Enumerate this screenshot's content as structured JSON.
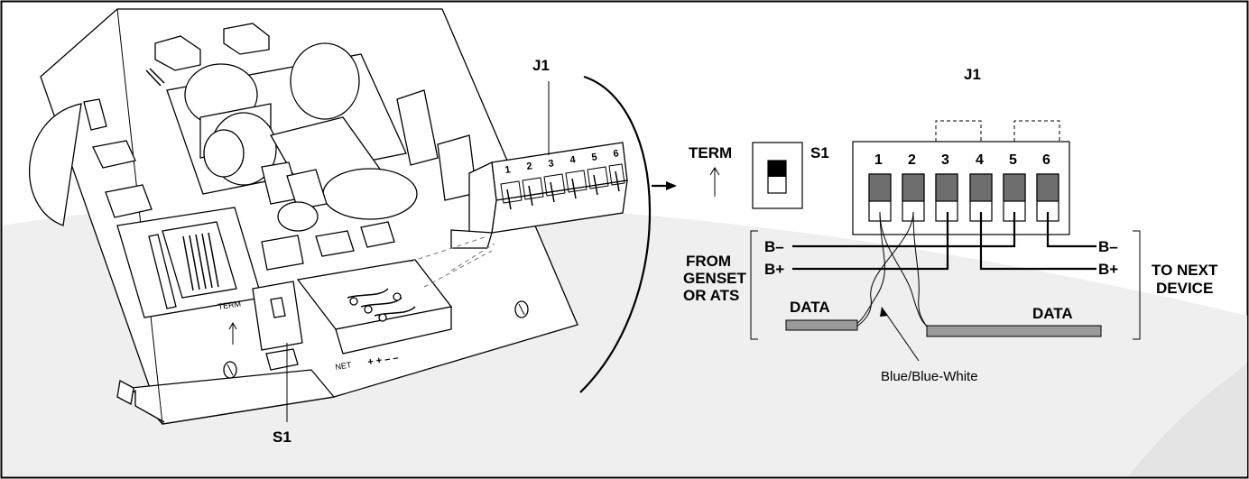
{
  "board": {
    "connector_label": "J1",
    "switch_label": "S1",
    "term_label": "TERM",
    "net_label": "NET",
    "pin_numbers": [
      "1",
      "2",
      "3",
      "4",
      "5",
      "6"
    ],
    "net_polarity_marks": [
      "+",
      "+",
      "–",
      "–"
    ]
  },
  "schematic": {
    "connector_label": "J1",
    "switch_label": "S1",
    "term_label": "TERM",
    "pin_numbers": [
      "1",
      "2",
      "3",
      "4",
      "5",
      "6"
    ],
    "from_label": [
      "FROM",
      "GENSET",
      "OR ATS"
    ],
    "to_label": [
      "TO NEXT",
      "DEVICE"
    ],
    "left_bminus": "B–",
    "left_bplus": "B+",
    "right_bminus": "B–",
    "right_bplus": "B+",
    "data_left": "DATA",
    "data_right": "DATA",
    "wire_color_label": "Blue/Blue-White"
  },
  "colors": {
    "frame": "#000000",
    "background_swoosh": "#efefef",
    "pin_dark": "#6e6e6e",
    "cable_fill": "#9a9a9a"
  }
}
